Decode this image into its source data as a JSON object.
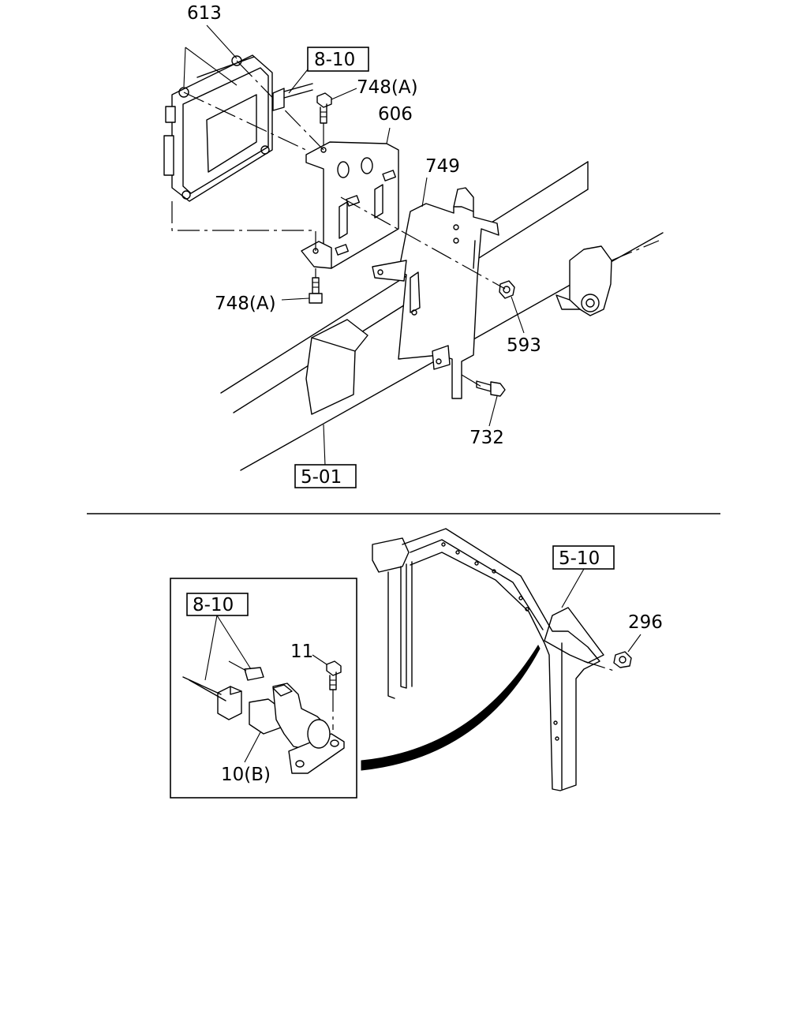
{
  "callouts": {
    "ecu": "613",
    "ref_top": "8-10",
    "bolt_upper": "748(A)",
    "bracket": "606",
    "plate": "749",
    "bolt_lower": "748(A)",
    "nut_upper": "593",
    "bolt_plate": "732",
    "ref_frame": "5-01",
    "ref_cross": "5-10",
    "nut_cross": "296",
    "ref_inset": "8-10",
    "bolt_inset": "11",
    "sensor": "10(B)"
  }
}
